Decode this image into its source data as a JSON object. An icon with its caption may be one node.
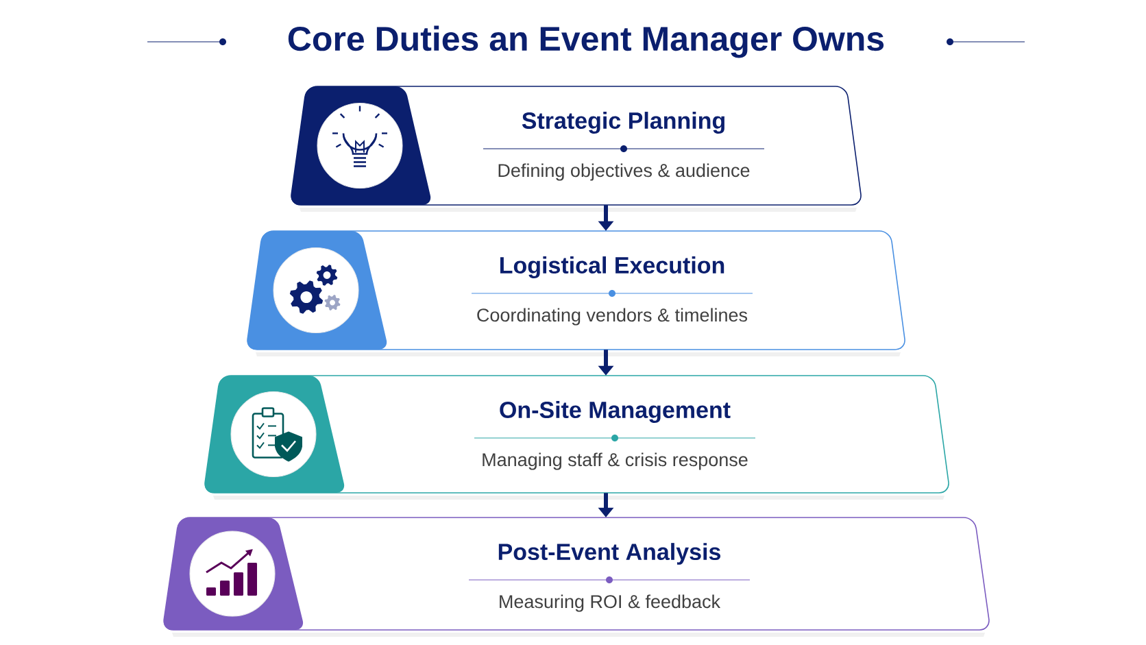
{
  "diagram": {
    "title": "Core Duties an Event Manager Owns",
    "nodes": [
      {
        "text": [
          "Strategic Planning",
          "Defining objectives & audience"
        ]
      },
      {
        "text": [
          "Logistical Execution",
          "Coordinating vendors & timelines"
        ]
      },
      {
        "text": [
          "On-Site Management",
          "Managing staff & crisis response"
        ]
      },
      {
        "text": [
          "Post-Event Analysis",
          "Measuring ROI & feedback"
        ]
      }
    ],
    "edges": [
      {
        "from": 0,
        "to": 1,
        "arrow": "to"
      },
      {
        "from": 1,
        "to": 2,
        "arrow": "to"
      },
      {
        "from": 2,
        "to": 3,
        "arrow": "to"
      }
    ]
  }
}
